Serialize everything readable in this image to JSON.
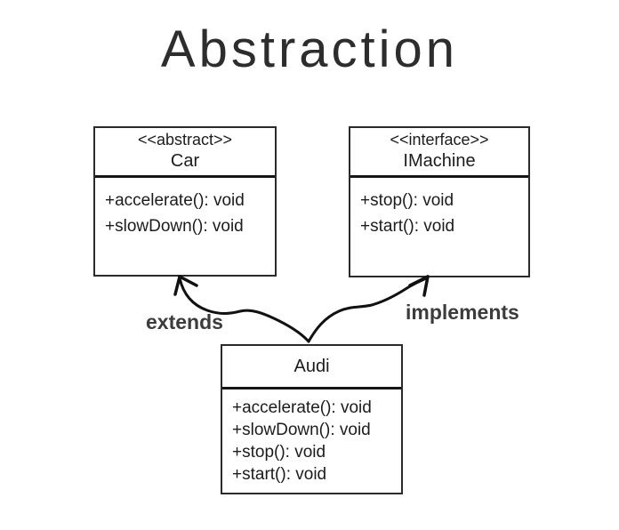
{
  "title": "Abstraction",
  "diagram": {
    "classes": [
      {
        "stereotype": "<<abstract>>",
        "name": "Car",
        "methods": [
          "+accelerate(): void",
          "+slowDown(): void"
        ]
      },
      {
        "stereotype": "<<interface>>",
        "name": "IMachine",
        "methods": [
          "+stop(): void",
          "+start(): void"
        ]
      },
      {
        "name": "Audi",
        "methods": [
          "+accelerate(): void",
          "+slowDown(): void",
          "+stop(): void",
          "+start(): void"
        ]
      }
    ],
    "relations": [
      {
        "label": "extends",
        "from": "Audi",
        "to": "Car",
        "style": "hand-drawn open arrow"
      },
      {
        "label": "implements",
        "from": "Audi",
        "to": "IMachine",
        "style": "hand-drawn open arrow"
      }
    ]
  },
  "colors": {
    "ink": "#1c1c1c",
    "box_border": "#2b2b2b",
    "arrow": "#111111",
    "relation_label": "#3c3c3c",
    "background": "#ffffff"
  }
}
